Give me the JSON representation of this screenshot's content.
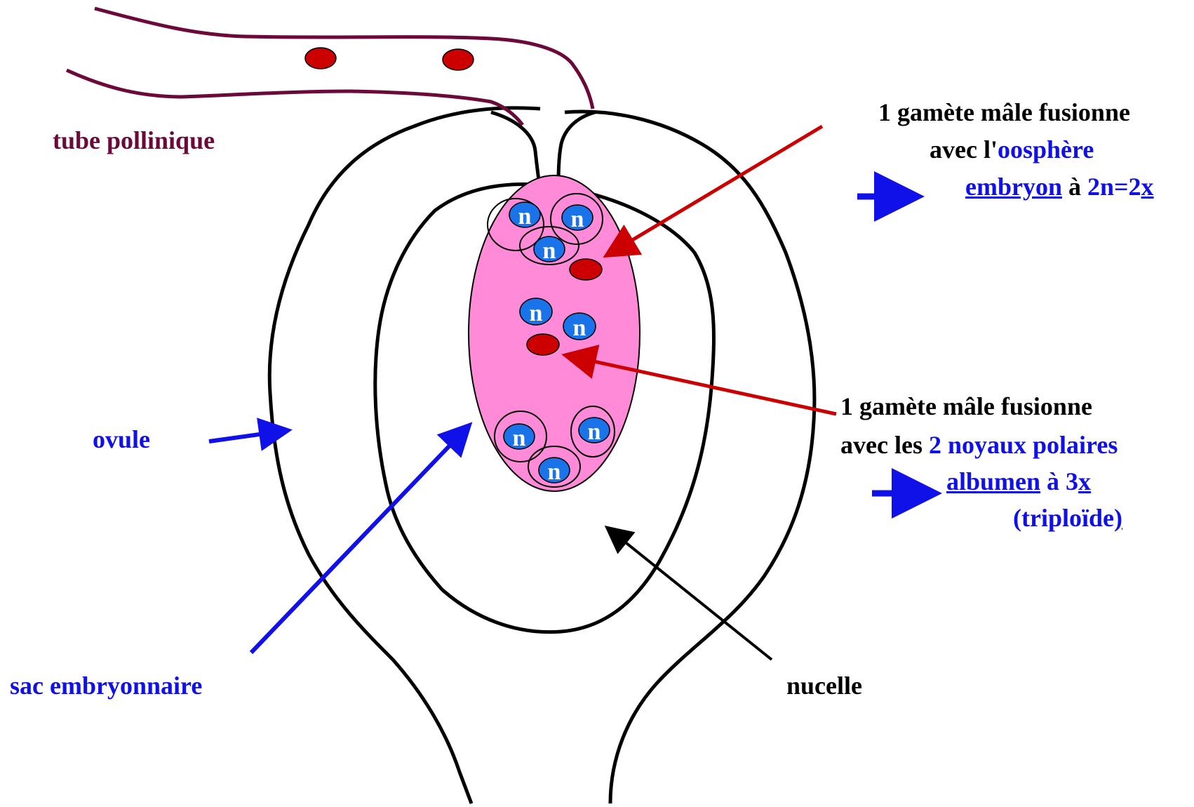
{
  "colors": {
    "ovule_outline": "#000000",
    "pollen_tube": "#6b0a3a",
    "embryo_sac_fill": "#ff8ad8",
    "haploid_nucleus": "#1a73e8",
    "male_gamete": "#cc0000",
    "label_blue": "#1010e8",
    "label_maroon": "#6b0a3a",
    "arrow_red": "#cc0000",
    "arrow_blue": "#1010e8"
  },
  "nucleus_label": "n",
  "labels": {
    "pollen_tube": "tube pollinique",
    "ovule": "ovule",
    "embryo_sac": "sac embryonnaire",
    "nucellus": "nucelle"
  },
  "fusion_egg": {
    "line1": "1 gamète mâle fusionne",
    "line2_prefix": "avec l'",
    "line2_term": "oosphère",
    "result_term": "embryon",
    "result_mid": " à ",
    "result_ploidy_a": "2n=2",
    "result_ploidy_b": "x"
  },
  "fusion_polar": {
    "line1": "1 gamète mâle fusionne",
    "line2_prefix": "avec les ",
    "line2_term": "2 noyaux polaires",
    "result_term": "albumen",
    "result_mid": " à ",
    "result_ploidy_a": "3",
    "result_ploidy_b": "x",
    "result_note_a": "(triploïde",
    "result_note_b": ")"
  }
}
